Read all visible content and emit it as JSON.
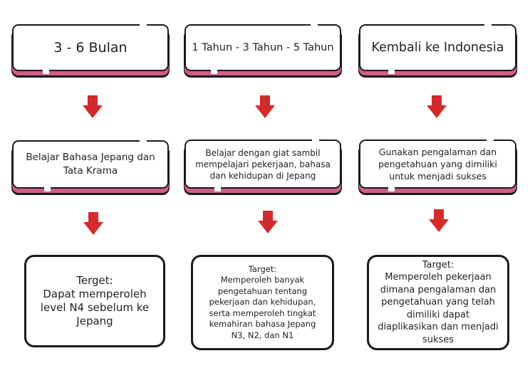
{
  "colors": {
    "arrow": "#d42a2a",
    "accent_bar": "#d25c87",
    "border": "#1a1a1a"
  },
  "columns": [
    {
      "period": "3 - 6 Bulan",
      "activity": "Belajar Bahasa Jepang dan Tata Krama",
      "target_heading": "Terget:",
      "target_body": "Dapat memperoleh level N4 sebelum ke Jepang"
    },
    {
      "period": "1 Tahun - 3 Tahun - 5 Tahun",
      "activity": "Belajar dengan giat sambil mempelajari pekerjaan, bahasa dan kehidupan di Jepang",
      "target_heading": "Target:",
      "target_body": "Memperoleh banyak pengetahuan tentang pekerjaan dan kehidupan, serta memperoleh tingkat kemahiran bahasa Jepang N3, N2, dan N1"
    },
    {
      "period": "Kembali ke Indonesia",
      "activity": "Gunakan pengalaman dan pengetahuan yang dimiliki untuk menjadi sukses",
      "target_heading": "Target:",
      "target_body": "Memperoleh pekerjaan dimana pengalaman dan pengetahuan yang telah dimiliki dapat diaplikasikan dan menjadi sukses"
    }
  ]
}
